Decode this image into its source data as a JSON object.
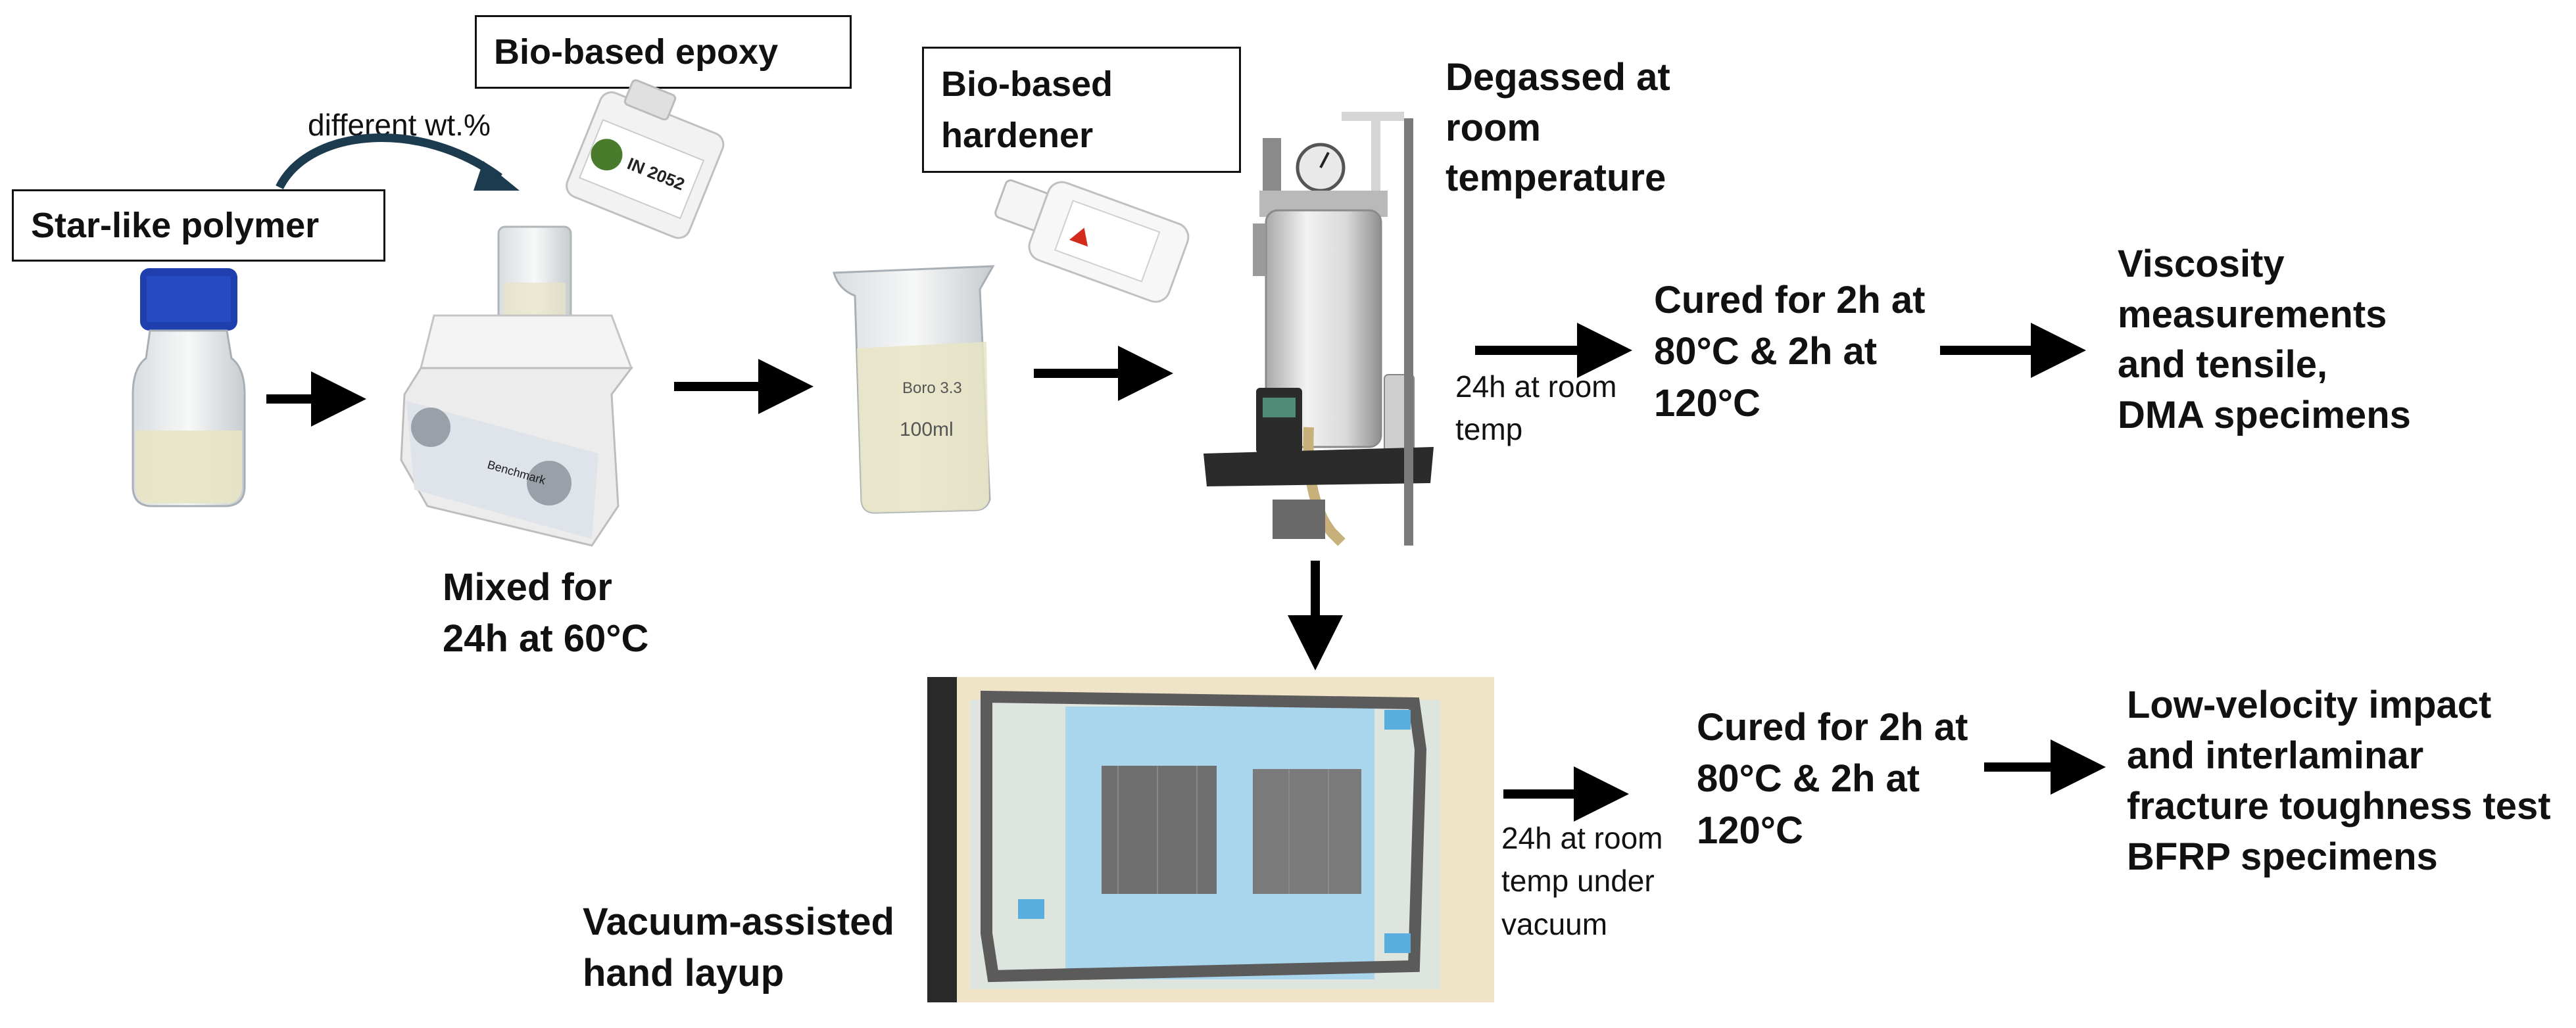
{
  "labels": {
    "star_polymer": "Star-like polymer",
    "bio_epoxy": "Bio-based epoxy",
    "different_wt": "different wt.%",
    "bio_hardener": "Bio-based\nhardener",
    "degassed": "Degassed at\nroom\ntemperature",
    "mixed": "Mixed for\n24h at 60°C",
    "room_temp_1": "24h at room\ntemp",
    "cured_1": "Cured for 2h at\n80°C & 2h at\n120°C",
    "viscosity": " Viscosity\nmeasurements\nand tensile,\nDMA specimens",
    "vacuum_layup": "Vacuum-assisted\nhand layup",
    "room_temp_2": "24h at room\ntemp under\nvacuum",
    "cured_2": "Cured for 2h at\n80°C & 2h at\n120°C",
    "low_velocity": "Low-velocity impact\nand interlaminar\nfracture toughness test\nBFRP specimens"
  },
  "photo_text": {
    "beaker_marking": "Boro 3.3",
    "beaker_volume": "100ml",
    "hotplate_brand": "Benchmark",
    "epoxy_label": "IN 2052"
  },
  "colors": {
    "arrow": "#000000",
    "curved_arrow": "#1d3b4f",
    "bottle_cap": "#1f3fae",
    "liquid": "#e8e4c4",
    "tape_blue": "#5aaede",
    "fabric": "#6f6f6f",
    "vessel": "#dcdcdc"
  }
}
